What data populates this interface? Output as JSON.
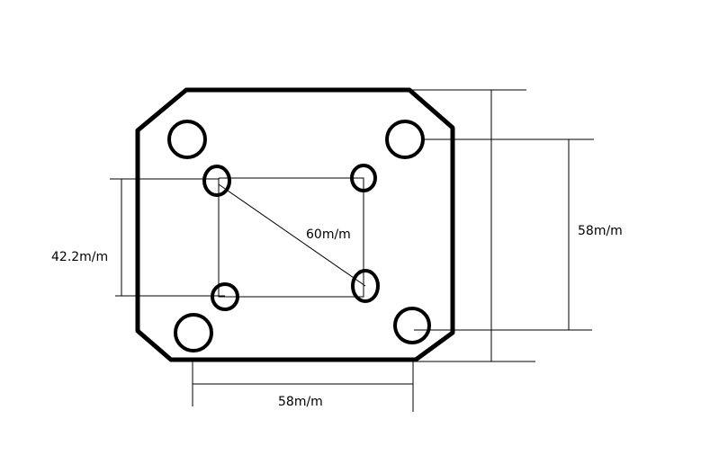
{
  "diagram": {
    "labels": {
      "inner_height": "42.2m/m",
      "diagonal": "60m/m",
      "outer_vertical": "58m/m",
      "outer_horizontal": "58m/m"
    },
    "colors": {
      "stroke": "#000000",
      "background": "#ffffff"
    }
  }
}
